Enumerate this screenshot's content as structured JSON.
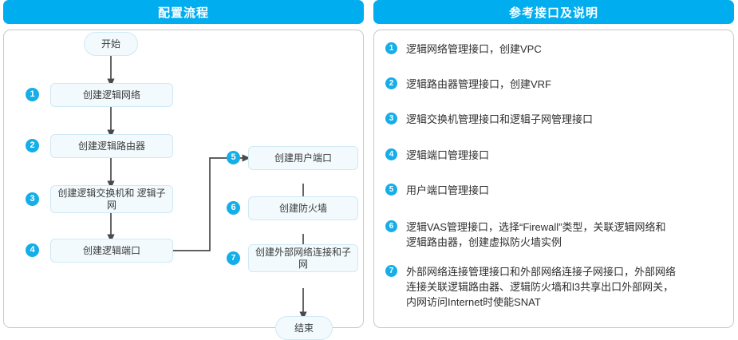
{
  "left_panel": {
    "header": "配置流程",
    "flow": {
      "start_label": "开始",
      "end_label": "结束",
      "steps": [
        {
          "num": "1",
          "label": "创建逻辑网络"
        },
        {
          "num": "2",
          "label": "创建逻辑路由器"
        },
        {
          "num": "3",
          "label": "创建逻辑交换机和\n逻辑子网"
        },
        {
          "num": "4",
          "label": "创建逻辑端口"
        },
        {
          "num": "5",
          "label": "创建用户端口"
        },
        {
          "num": "6",
          "label": "创建防火墙"
        },
        {
          "num": "7",
          "label": "创建外部网络连接和子网"
        }
      ]
    }
  },
  "right_panel": {
    "header": "参考接口及说明",
    "notes": [
      {
        "num": "1",
        "text": "逻辑网络管理接口，创建VPC"
      },
      {
        "num": "2",
        "text": "逻辑路由器管理接口，创建VRF"
      },
      {
        "num": "3",
        "text": "逻辑交换机管理接口和逻辑子网管理接口"
      },
      {
        "num": "4",
        "text": "逻辑端口管理接口"
      },
      {
        "num": "5",
        "text": "用户端口管理接口"
      },
      {
        "num": "6",
        "text": "逻辑VAS管理接口，选择“Firewall”类型，关联逻辑网络和\n逻辑路由器，创建虚拟防火墙实例"
      },
      {
        "num": "7",
        "text": "外部网络连接管理接口和外部网络连接子网接口，外部网络\n连接关联逻辑路由器、逻辑防火墙和l3共享出口外部网关，\n内网访问Internet时使能SNAT"
      }
    ]
  },
  "colors": {
    "header_blue": "#00ADEF",
    "badge_blue": "#16AEE8",
    "node_fill": "#f2fafd",
    "node_border": "#cfe9f6",
    "panel_border": "#c9c9c9",
    "connector": "#4a4a4a"
  }
}
